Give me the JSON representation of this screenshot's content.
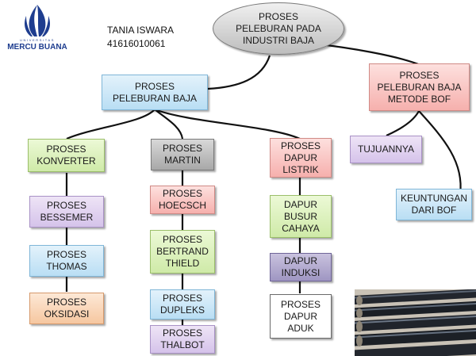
{
  "logo": {
    "subtitle": "UNIVERSITAS",
    "name": "MERCU BUANA",
    "icon": "mercu-buana-flame-logo",
    "color": "#1e3d8f"
  },
  "author": {
    "name": "TANIA ISWARA",
    "id": "41616010061"
  },
  "root": {
    "label": "PROSES\nPELEBURAN PADA\nINDUSTRI BAJA"
  },
  "branches": {
    "peleburan": {
      "label": "PROSES\nPELEBURAN BAJA"
    },
    "bof": {
      "label": "PROSES\nPELEBURAN BAJA\nMETODE BOF"
    }
  },
  "bof_items": [
    {
      "label": "TUJUANNYA"
    },
    {
      "label": "KEUNTUNGAN\nDARI BOF"
    }
  ],
  "columns": [
    {
      "label": "PROSES\nKONVERTER",
      "items": [
        "PROSES\nBESSEMER",
        "PROSES\nTHOMAS",
        "PROSES\nOKSIDASI"
      ]
    },
    {
      "label": "PROSES\nMARTIN",
      "items": [
        "PROSES\nHOECSCH",
        "PROSES\nBERTRAND\nTHIELD",
        "PROSES\nDUPLEKS",
        "PROSES\nTHALBOT"
      ]
    },
    {
      "label": "PROSES\nDAPUR\nLISTRIK",
      "items": [
        "DAPUR\nBUSUR\nCAHAYA",
        "DAPUR\nINDUKSI",
        "PROSES\nDAPUR\nADUK"
      ]
    }
  ],
  "photo": {
    "subject": "steel-pipes-photo"
  },
  "colors": {
    "connector": "#111111",
    "blue_box": "#b9def4",
    "pink_box": "#f6b0ad",
    "green_box": "#cfeaa8",
    "purple_box": "#d5c3ea",
    "orange_box": "#f6c7a0",
    "grey_box": "#a8a8a8",
    "violet_box": "#9f96c2"
  }
}
